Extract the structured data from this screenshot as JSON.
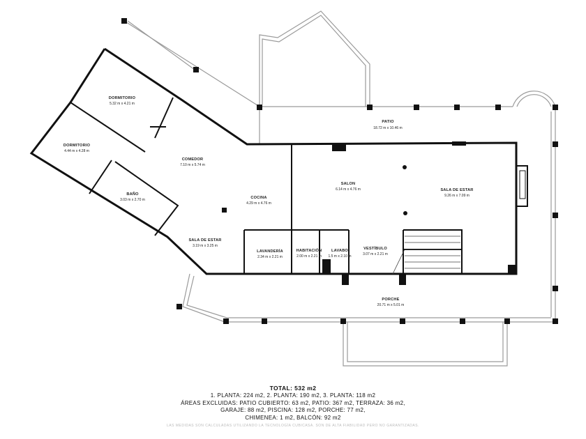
{
  "rooms": [
    {
      "key": "patio",
      "name": "PATIO",
      "dims": "18.72 m x 10.46 m"
    },
    {
      "key": "dormitorio1",
      "name": "DORMITORIO",
      "dims": "5.32 m x 4.21 m"
    },
    {
      "key": "dormitorio2",
      "name": "DORMITORIO",
      "dims": "4.44 m x 4.28 m"
    },
    {
      "key": "comedor",
      "name": "COMEDOR",
      "dims": "7.10 m x 5.74 m"
    },
    {
      "key": "bano",
      "name": "BAÑO",
      "dims": "3.03 m x 2.70 m"
    },
    {
      "key": "cocina",
      "name": "COCINA",
      "dims": "4.29 m x 4.76 m"
    },
    {
      "key": "salon",
      "name": "SALON",
      "dims": "6.14 m x 4.76 m"
    },
    {
      "key": "sala_estar_right",
      "name": "SALA DE ESTAR",
      "dims": "9.26 m x 7.09 m"
    },
    {
      "key": "sala_estar_left",
      "name": "SALA DE ESTAR",
      "dims": "3.19 m x 3.25 m"
    },
    {
      "key": "lavanderia",
      "name": "LAVANDERÍA",
      "dims": "2.34 m x 2.21 m"
    },
    {
      "key": "habitacion",
      "name": "HABITACIÓN",
      "dims": "2.00 m x 2.21 m"
    },
    {
      "key": "lavabo",
      "name": "LAVABO",
      "dims": "1.5 m x 2.10 m"
    },
    {
      "key": "vestibulo",
      "name": "VESTÍBULO",
      "dims": "3.07 m x 2.21 m"
    },
    {
      "key": "porche",
      "name": "PORCHE",
      "dims": "20.71 m x 5.01 m"
    }
  ],
  "summary": {
    "total": "TOTAL: 532 m2",
    "line1": "1. PLANTA: 224 m2, 2. PLANTA: 190 m2, 3. PLANTA: 118 m2",
    "line2": "ÁREAS EXCLUIDAS: PATIO CUBIERTO: 63 m2, PATIO: 367 m2, TERRAZA: 36 m2,",
    "line3": "GARAJE: 88 m2, PISCINA: 128 m2, PORCHE: 77 m2,",
    "line4": "CHIMENEA: 1 m2, BALCÓN: 92 m2"
  },
  "disclaimer": "LAS MEDIDAS SON CALCULADAS UTILIZANDO LA TECNOLOGÍA CUBICASA. SON DE ALTA FIABILIDAD PERO NO GARANTIZADAS."
}
